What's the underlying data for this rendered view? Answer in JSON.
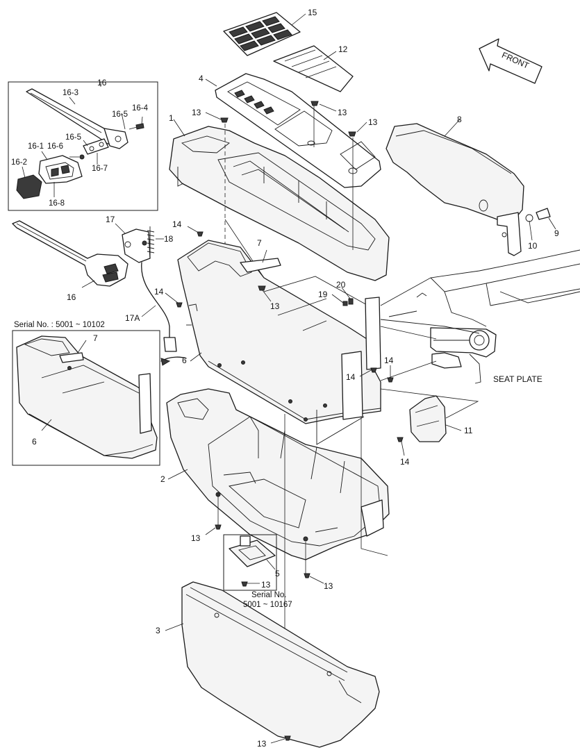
{
  "labels": {
    "l1": "1",
    "l2": "2",
    "l3": "3",
    "l4": "4",
    "l5": "5",
    "l6a": "6",
    "l6b": "6",
    "l7a": "7",
    "l7b": "7",
    "l8": "8",
    "l9": "9",
    "l10": "10",
    "l11": "11",
    "l12": "12",
    "l13a": "13",
    "l13b": "13",
    "l13c": "13",
    "l13d": "13",
    "l13e": "13",
    "l13f": "13",
    "l13g": "13",
    "l13h": "13",
    "l14a": "14",
    "l14b": "14",
    "l14c": "14",
    "l14d": "14",
    "l14e": "14",
    "l15": "15",
    "l16a": "16",
    "l16b": "16",
    "l17": "17",
    "l17A": "17A",
    "l18": "18",
    "l19": "19",
    "l20": "20",
    "l16_1": "16-1",
    "l16_2": "16-2",
    "l16_3": "16-3",
    "l16_4": "16-4",
    "l16_5a": "16-5",
    "l16_5b": "16-5",
    "l16_6": "16-6",
    "l16_7": "16-7",
    "l16_8": "16-8"
  },
  "notes": {
    "serial_6": "Serial No. : 5001 ~ 10102",
    "serial_5_line1": "Serial No.",
    "serial_5_line2": "5001 ~ 10167",
    "front": "FRONT",
    "seat_plate": "SEAT PLATE"
  }
}
